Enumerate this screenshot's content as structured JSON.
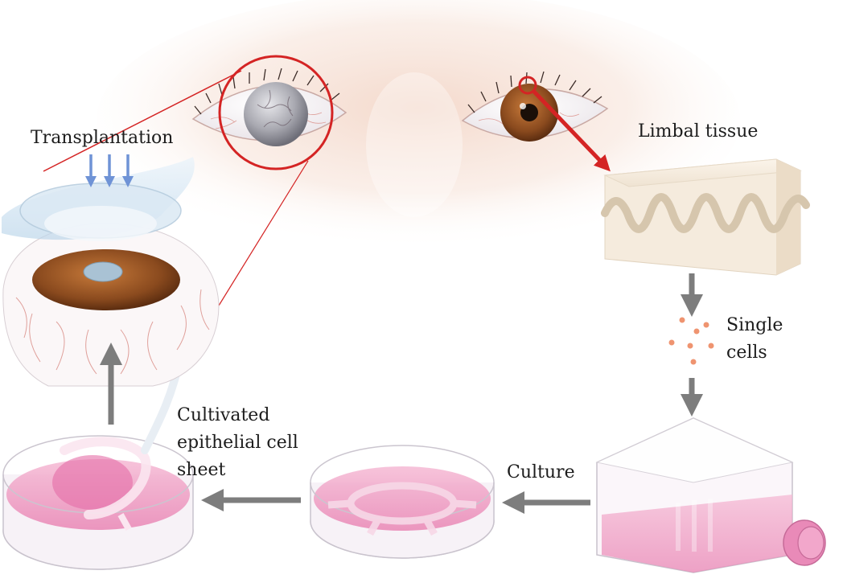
{
  "labels": {
    "transplantation": "Transplantation",
    "limbal_tissue": "Limbal tissue",
    "single_cells_line1": "Single",
    "single_cells_line2": "cells",
    "culture": "Culture",
    "cell_sheet_line1": "Cultivated",
    "cell_sheet_line2": "epithelial cell",
    "cell_sheet_line3": "sheet"
  },
  "colors": {
    "highlight_red": "#d42424",
    "flow_arrow": "#7d7d7d",
    "transplant_arrow": "#6f93d6",
    "iris_brown": "#8a4a1e",
    "culture_pink": "#ee9fc4",
    "tissue_beige": "#efe3d2"
  }
}
